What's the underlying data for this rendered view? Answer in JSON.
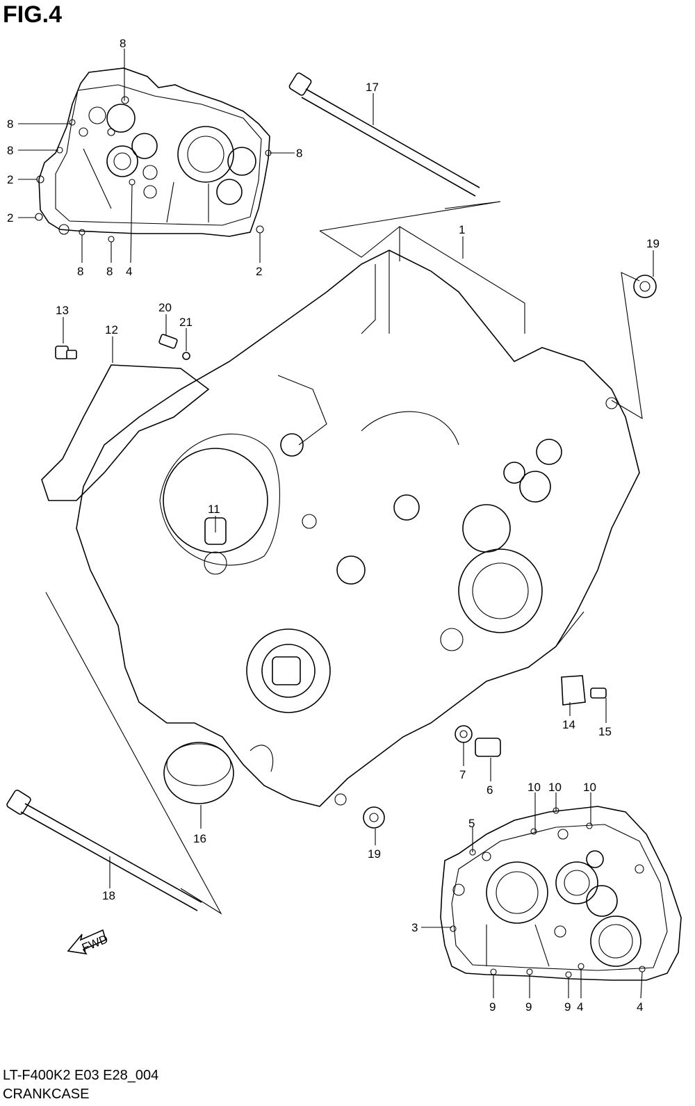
{
  "figure": {
    "title": "FIG.4"
  },
  "footer": {
    "code": "LT-F400K2 E03 E28_004",
    "name": "CRANKCASE"
  },
  "callouts": [
    {
      "id": "c8a",
      "label": "8"
    },
    {
      "id": "c8b",
      "label": "8"
    },
    {
      "id": "c8c",
      "label": "8"
    },
    {
      "id": "c8d",
      "label": "8"
    },
    {
      "id": "c2a",
      "label": "2"
    },
    {
      "id": "c2b",
      "label": "2"
    },
    {
      "id": "c8e",
      "label": "8"
    },
    {
      "id": "c8f",
      "label": "8"
    },
    {
      "id": "c4a",
      "label": "4"
    },
    {
      "id": "c2c",
      "label": "2"
    },
    {
      "id": "c17",
      "label": "17"
    },
    {
      "id": "c1",
      "label": "1"
    },
    {
      "id": "c19a",
      "label": "19"
    },
    {
      "id": "c13",
      "label": "13"
    },
    {
      "id": "c20",
      "label": "20"
    },
    {
      "id": "c21",
      "label": "21"
    },
    {
      "id": "c12",
      "label": "12"
    },
    {
      "id": "c11",
      "label": "11"
    },
    {
      "id": "c14",
      "label": "14"
    },
    {
      "id": "c15",
      "label": "15"
    },
    {
      "id": "c7",
      "label": "7"
    },
    {
      "id": "c6",
      "label": "6"
    },
    {
      "id": "c16",
      "label": "16"
    },
    {
      "id": "c19b",
      "label": "19"
    },
    {
      "id": "c18",
      "label": "18"
    },
    {
      "id": "c10a",
      "label": "10"
    },
    {
      "id": "c10b",
      "label": "10"
    },
    {
      "id": "c10c",
      "label": "10"
    },
    {
      "id": "c5",
      "label": "5"
    },
    {
      "id": "c3",
      "label": "3"
    },
    {
      "id": "c9a",
      "label": "9"
    },
    {
      "id": "c9b",
      "label": "9"
    },
    {
      "id": "c9c",
      "label": "9"
    },
    {
      "id": "c4b",
      "label": "4"
    },
    {
      "id": "c4c",
      "label": "4"
    }
  ],
  "direction_marker": {
    "label": "FWD"
  },
  "colors": {
    "line": "#000000",
    "background": "#ffffff"
  }
}
